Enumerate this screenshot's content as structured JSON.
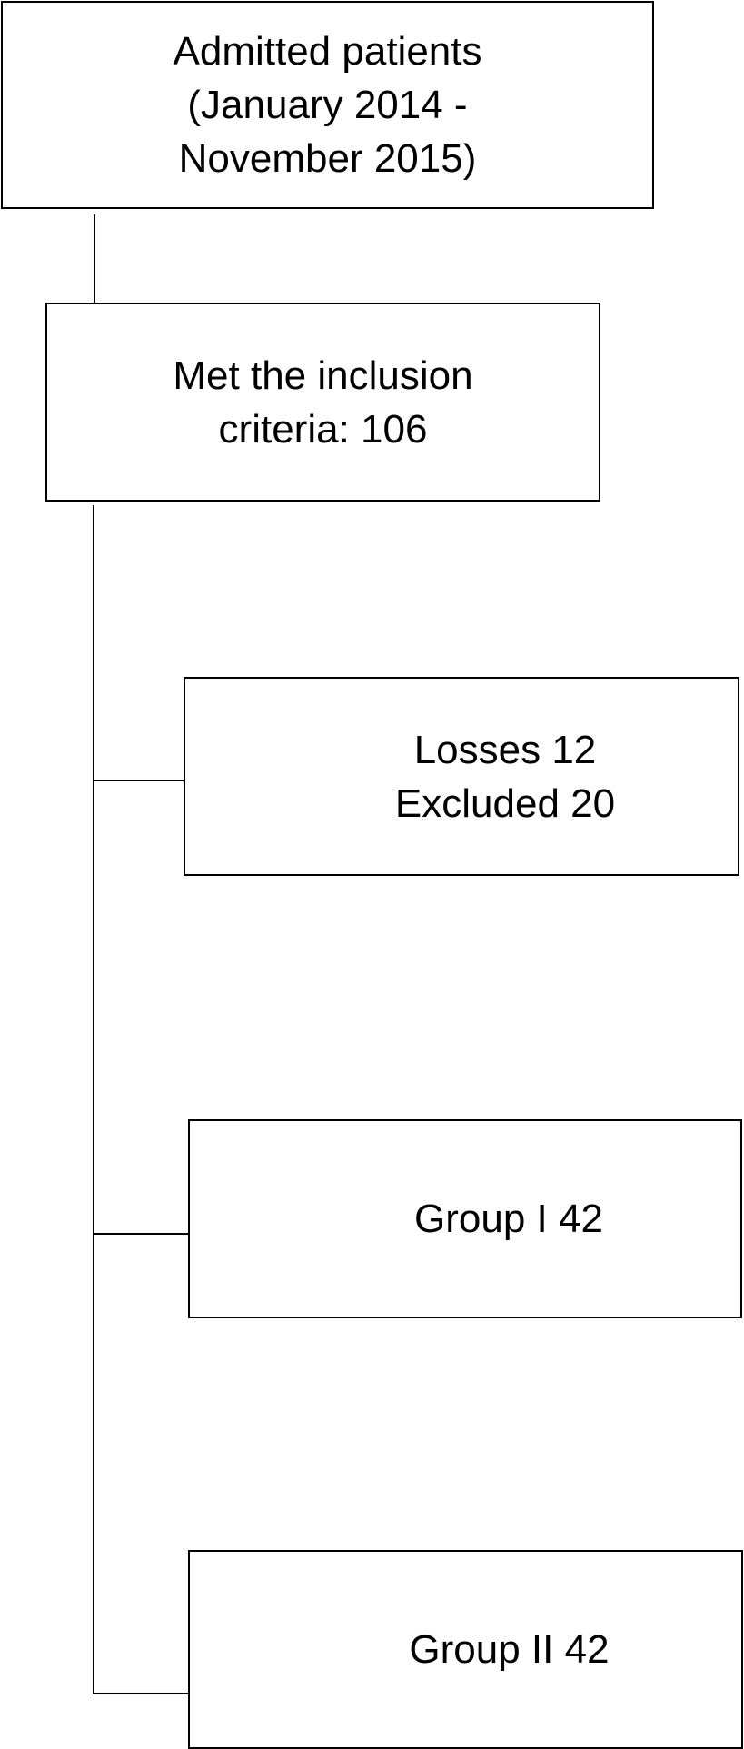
{
  "flowchart": {
    "admitted": {
      "lines": [
        "Admitted patients",
        "(January 2014 -",
        "November 2015)"
      ]
    },
    "inclusion": {
      "lines": [
        "Met the inclusion",
        "criteria: 106"
      ]
    },
    "outcomes": {
      "losses": {
        "lines": [
          "Losses 12",
          "Excluded 20"
        ]
      },
      "group1": {
        "lines": [
          "Group I 42"
        ]
      },
      "group2": {
        "lines": [
          "Group II 42"
        ]
      }
    },
    "colors": {
      "line": "#000000",
      "background": "#ffffff"
    }
  }
}
